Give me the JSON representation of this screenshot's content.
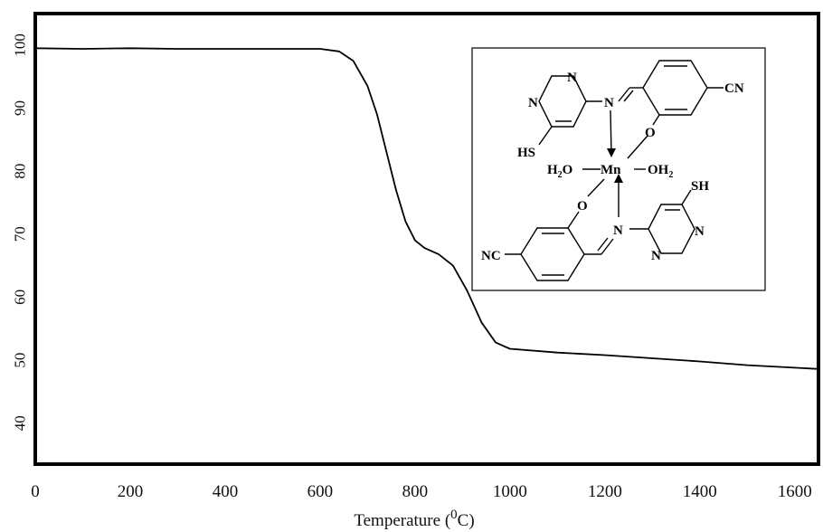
{
  "chart_data": {
    "type": "line",
    "title": "",
    "xlabel": "Temperature (",
    "xlabel_sup": "0",
    "xlabel_tail": "C)",
    "ylabel": "",
    "xlim": [
      0,
      1650
    ],
    "ylim": [
      33.5,
      105
    ],
    "x_ticks": [
      0,
      200,
      400,
      600,
      800,
      1000,
      1200,
      1400,
      1600
    ],
    "y_ticks": [
      40,
      50,
      60,
      70,
      80,
      90,
      100
    ],
    "grid": false,
    "series": [
      {
        "color": "#000000",
        "points": [
          [
            0,
            99.5
          ],
          [
            100,
            99.4
          ],
          [
            200,
            99.5
          ],
          [
            300,
            99.4
          ],
          [
            400,
            99.4
          ],
          [
            500,
            99.4
          ],
          [
            600,
            99.4
          ],
          [
            640,
            99.0
          ],
          [
            670,
            97.5
          ],
          [
            700,
            93.5
          ],
          [
            720,
            89.0
          ],
          [
            740,
            83.0
          ],
          [
            760,
            77.0
          ],
          [
            780,
            72.0
          ],
          [
            800,
            69.0
          ],
          [
            820,
            67.8
          ],
          [
            850,
            66.8
          ],
          [
            880,
            65.0
          ],
          [
            910,
            61.0
          ],
          [
            940,
            56.0
          ],
          [
            970,
            52.8
          ],
          [
            1000,
            51.8
          ],
          [
            1100,
            51.2
          ],
          [
            1200,
            50.8
          ],
          [
            1300,
            50.3
          ],
          [
            1400,
            49.8
          ],
          [
            1500,
            49.2
          ],
          [
            1650,
            48.6
          ]
        ]
      }
    ]
  },
  "inset": {
    "labels": {
      "cn_top": "CN",
      "n_pyr_top_1": "N",
      "n_pyr_top_2": "N",
      "n_imine_top": "N",
      "o_top": "O",
      "hs": "HS",
      "h2o_left": "H",
      "h2o_left_sub": "2",
      "h2o_left_o": "O",
      "mn": "Mn",
      "oh2_right": "OH",
      "oh2_right_sub": "2",
      "o_bottom": "O",
      "n_imine_bottom": "N",
      "sh": "SH",
      "n_pyr_bot_1": "N",
      "n_pyr_bot_2": "N",
      "nc_bottom": "NC"
    }
  }
}
